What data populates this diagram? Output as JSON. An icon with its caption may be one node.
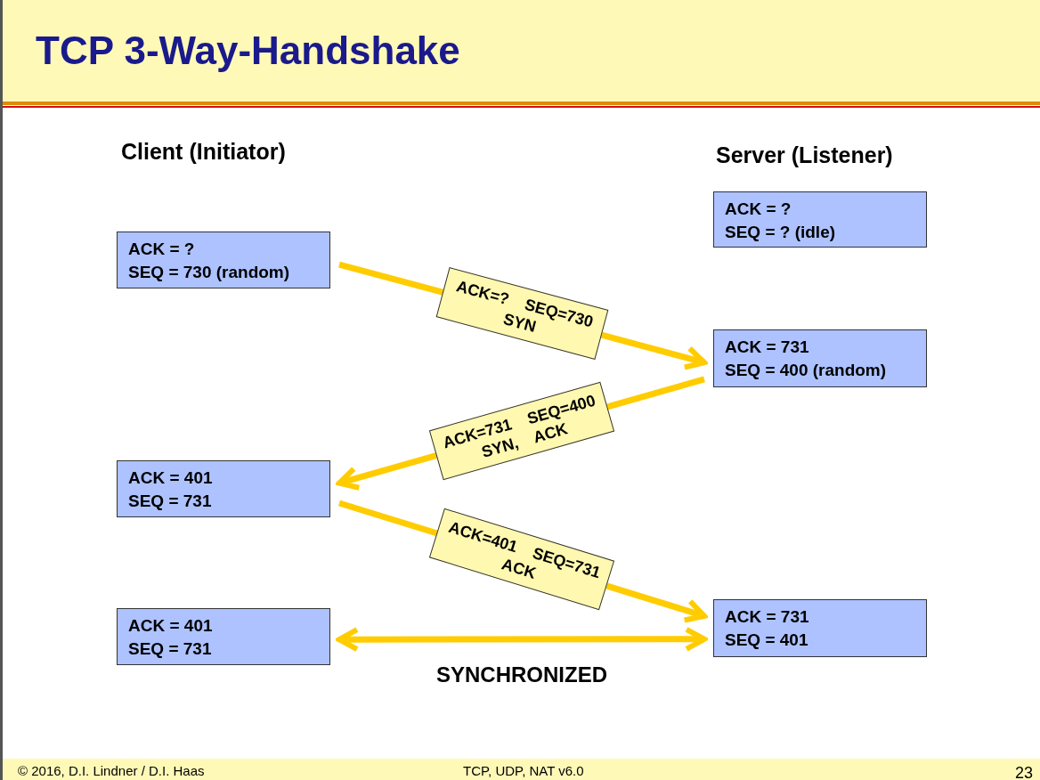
{
  "diagram": {
    "title": "TCP 3-Way-Handshake",
    "nodes": [
      {
        "text": [
          "ACK = ?",
          "SEQ = ? (idle)"
        ]
      },
      {
        "text": [
          "ACK = ?",
          "SEQ = 730 (random)"
        ]
      },
      {
        "text": [
          "ACK = 731",
          "SEQ = 400 (random)"
        ]
      },
      {
        "text": [
          "ACK = 401",
          "SEQ = 731"
        ]
      },
      {
        "text": [
          "ACK = 731",
          "SEQ = 401"
        ]
      },
      {
        "text": [
          "ACK = 401",
          "SEQ = 731"
        ]
      }
    ],
    "edges": [
      {
        "from": 1,
        "to": 2,
        "arrow": "to",
        "label": "ACK=? SEQ=730 SYN"
      },
      {
        "from": 2,
        "to": 3,
        "arrow": "to",
        "label": "ACK=731 SEQ=400 SYN, ACK"
      },
      {
        "from": 3,
        "to": 4,
        "arrow": "to",
        "label": "ACK=401 SEQ=731 ACK"
      },
      {
        "from": 5,
        "to": 4,
        "arrow": "both",
        "label": "SYNCHRONIZED"
      }
    ],
    "labels": [
      "Client (Initiator)",
      "Server (Listener)",
      "© 2016, D.I. Lindner / D.I. Haas",
      "TCP, UDP, NAT v6.0",
      "23"
    ]
  }
}
